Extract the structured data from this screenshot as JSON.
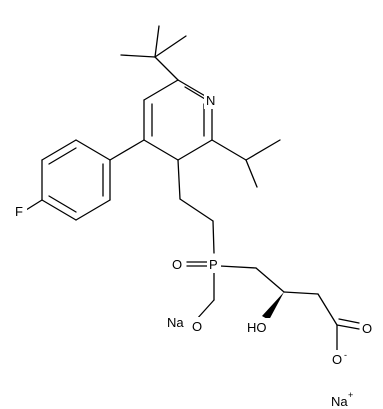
{
  "molecule": {
    "atoms": {
      "N": "N",
      "F": "F",
      "P": "P",
      "O_double": "O",
      "O_ester": "O",
      "Na_bound": "Na",
      "HO": "HO",
      "O_carbonyl": "O",
      "O_anion": "O",
      "anion_charge": "-",
      "Na_ion": "Na",
      "cation_charge": "+"
    },
    "colors": {
      "bond": "#000000",
      "text": "#000000",
      "background": "#ffffff"
    }
  }
}
